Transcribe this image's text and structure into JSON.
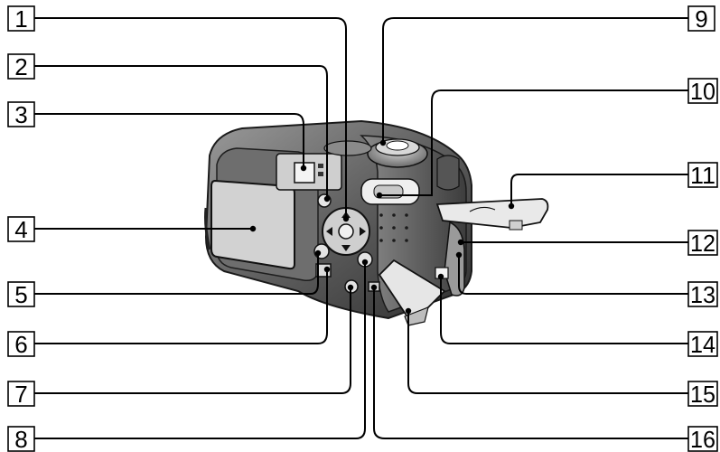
{
  "labels": [
    "1",
    "2",
    "3",
    "4",
    "5",
    "6",
    "7",
    "8",
    "9",
    "10",
    "11",
    "12",
    "13",
    "14",
    "15",
    "16"
  ],
  "colors": {
    "ink": "#000000",
    "body_dark": "#3a3a3a",
    "body_mid": "#7a7a7a",
    "body_light": "#b9b9b9",
    "panel": "#d9d9d9",
    "screen": "#cfcfcf"
  }
}
